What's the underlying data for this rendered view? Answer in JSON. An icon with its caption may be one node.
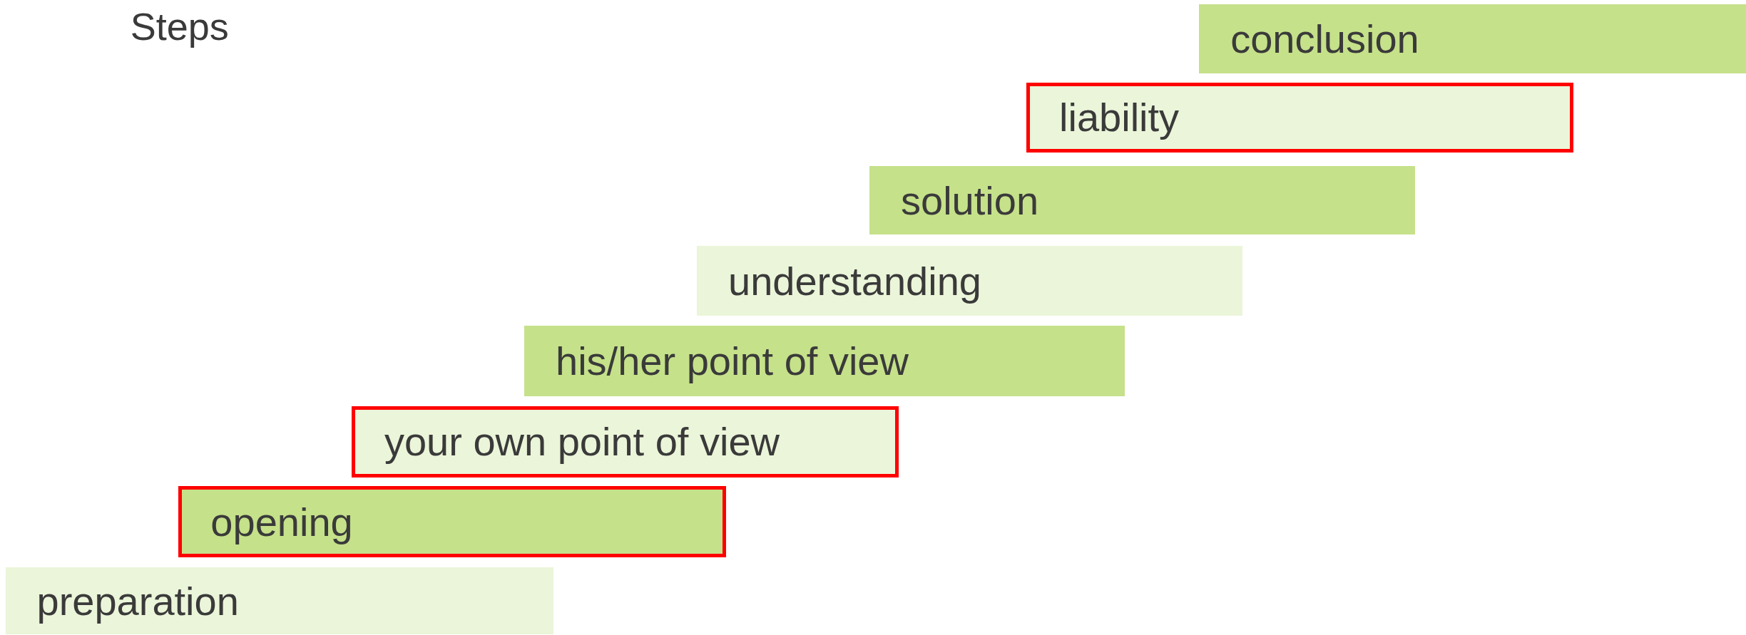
{
  "diagram": {
    "title": "Steps",
    "nodes": [
      {
        "text": [
          "conclusion"
        ]
      },
      {
        "text": [
          "liability"
        ]
      },
      {
        "text": [
          "solution"
        ]
      },
      {
        "text": [
          "understanding"
        ]
      },
      {
        "text": [
          "his/her point of view"
        ]
      },
      {
        "text": [
          "your own point of view"
        ]
      },
      {
        "text": [
          "opening"
        ]
      },
      {
        "text": [
          "preparation"
        ]
      }
    ]
  }
}
